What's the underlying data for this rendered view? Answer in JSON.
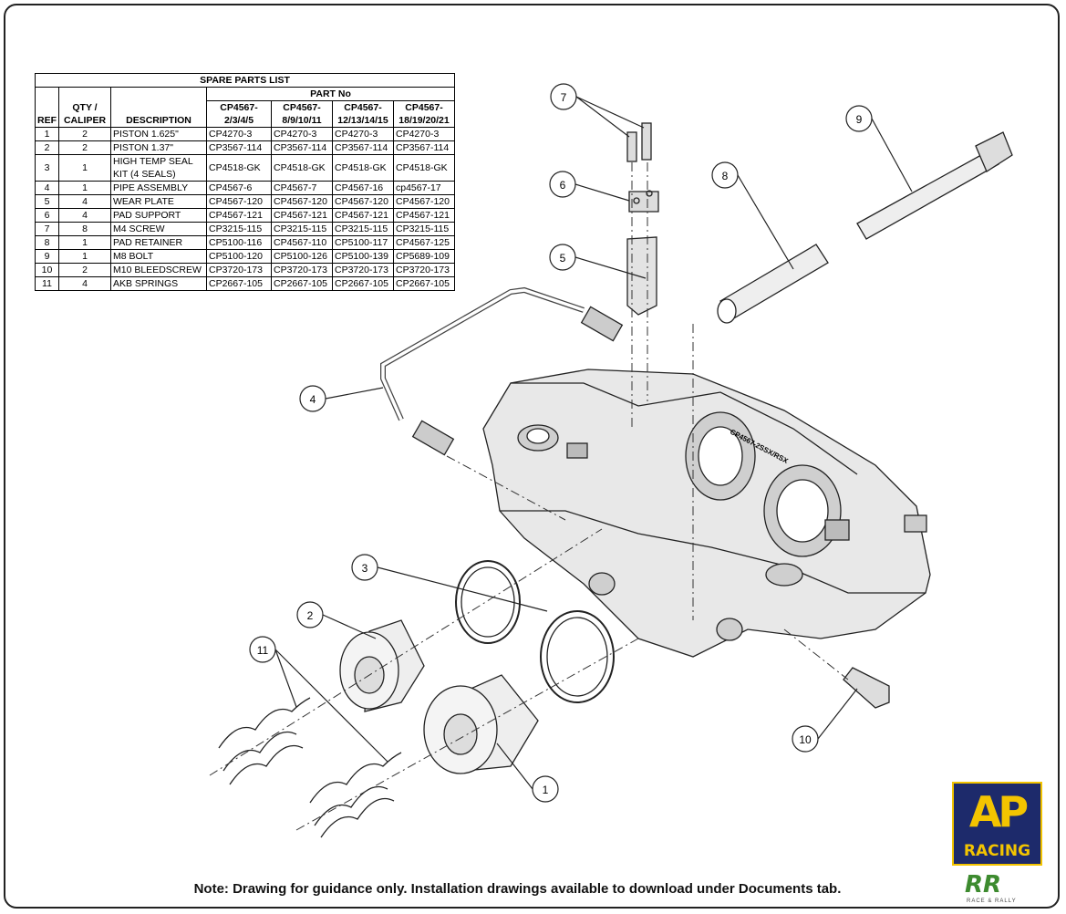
{
  "table": {
    "title": "SPARE PARTS LIST",
    "part_no_header": "PART No",
    "col_ref": "REF",
    "col_qty": "QTY / CALIPER",
    "col_desc": "DESCRIPTION",
    "variants": [
      "CP4567- 2/3/4/5",
      "CP4567- 8/9/10/11",
      "CP4567- 12/13/14/15",
      "CP4567- 18/19/20/21"
    ],
    "rows": [
      {
        "ref": "1",
        "qty": "2",
        "desc": "PISTON 1.625\"",
        "p": [
          "CP4270-3",
          "CP4270-3",
          "CP4270-3",
          "CP4270-3"
        ]
      },
      {
        "ref": "2",
        "qty": "2",
        "desc": "PISTON 1.37\"",
        "p": [
          "CP3567-114",
          "CP3567-114",
          "CP3567-114",
          "CP3567-114"
        ]
      },
      {
        "ref": "3",
        "qty": "1",
        "desc": "HIGH TEMP SEAL KIT (4 SEALS)",
        "p": [
          "CP4518-GK",
          "CP4518-GK",
          "CP4518-GK",
          "CP4518-GK"
        ]
      },
      {
        "ref": "4",
        "qty": "1",
        "desc": "PIPE ASSEMBLY",
        "p": [
          "CP4567-6",
          "CP4567-7",
          "CP4567-16",
          "cp4567-17"
        ]
      },
      {
        "ref": "5",
        "qty": "4",
        "desc": "WEAR PLATE",
        "p": [
          "CP4567-120",
          "CP4567-120",
          "CP4567-120",
          "CP4567-120"
        ]
      },
      {
        "ref": "6",
        "qty": "4",
        "desc": "PAD SUPPORT",
        "p": [
          "CP4567-121",
          "CP4567-121",
          "CP4567-121",
          "CP4567-121"
        ]
      },
      {
        "ref": "7",
        "qty": "8",
        "desc": "M4 SCREW",
        "p": [
          "CP3215-115",
          "CP3215-115",
          "CP3215-115",
          "CP3215-115"
        ]
      },
      {
        "ref": "8",
        "qty": "1",
        "desc": "PAD RETAINER",
        "p": [
          "CP5100-116",
          "CP4567-110",
          "CP5100-117",
          "CP4567-125"
        ]
      },
      {
        "ref": "9",
        "qty": "1",
        "desc": "M8 BOLT",
        "p": [
          "CP5100-120",
          "CP5100-126",
          "CP5100-139",
          "CP5689-109"
        ]
      },
      {
        "ref": "10",
        "qty": "2",
        "desc": "M10 BLEEDSCREW",
        "p": [
          "CP3720-173",
          "CP3720-173",
          "CP3720-173",
          "CP3720-173"
        ]
      },
      {
        "ref": "11",
        "qty": "4",
        "desc": "AKB SPRINGS",
        "p": [
          "CP2667-105",
          "CP2667-105",
          "CP2667-105",
          "CP2667-105"
        ]
      }
    ]
  },
  "callouts": [
    "1",
    "2",
    "3",
    "4",
    "5",
    "6",
    "7",
    "8",
    "9",
    "10",
    "11"
  ],
  "caliper_marking": "CP4567-2SSX/RSX",
  "note": "Note:  Drawing for guidance only.  Installation drawings available to download under Documents tab.",
  "logos": {
    "ap_text": "AP",
    "ap_sub": "RACING",
    "rr_text": "RR",
    "rr_sub": "RACE & RALLY"
  },
  "colors": {
    "ap_blue": "#1d2a6b",
    "ap_yellow": "#f3c400",
    "rr_green": "#3d8b2f"
  }
}
